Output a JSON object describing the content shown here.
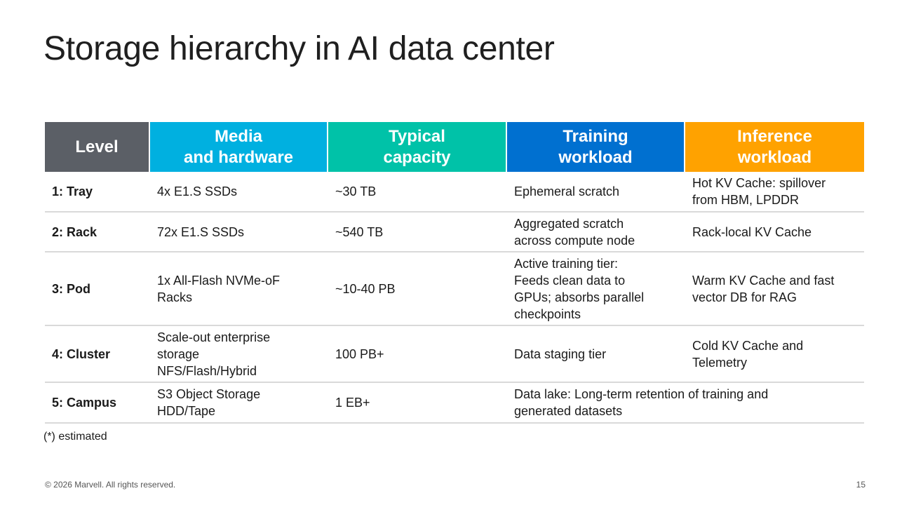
{
  "slide": {
    "title": "Storage hierarchy in AI data center",
    "footnote": "(*) estimated",
    "copyright": "© 2026 Marvell. All rights reserved.",
    "page_number": "15"
  },
  "colors": {
    "level_header": "#5b5f66",
    "media_header": "#00b0e0",
    "capacity_header": "#00c2a8",
    "training_header": "#0070d0",
    "inference_header": "#ffa200",
    "row_divider": "#d9d9d9"
  },
  "table": {
    "headers": {
      "level": "Level",
      "media_line1": "Media",
      "media_line2": "and hardware",
      "capacity_line1": "Typical",
      "capacity_line2": "capacity",
      "training_line1": "Training",
      "training_line2": "workload",
      "inference_line1": "Inference",
      "inference_line2": "workload"
    },
    "rows": [
      {
        "level": "1: Tray",
        "media": [
          "4x E1.S SSDs"
        ],
        "capacity": "~30 TB",
        "training": [
          "Ephemeral scratch"
        ],
        "inference": [
          "Hot KV Cache: spillover",
          "from HBM, LPDDR"
        ]
      },
      {
        "level": "2: Rack",
        "media": [
          "72x E1.S SSDs"
        ],
        "capacity": "~540 TB",
        "training": [
          "Aggregated scratch",
          "across compute node"
        ],
        "inference": [
          "Rack-local KV Cache"
        ]
      },
      {
        "level": "3: Pod",
        "media": [
          "1x All-Flash NVMe-oF",
          "Racks"
        ],
        "capacity": "~10-40 PB",
        "training": [
          "Active training tier:",
          "Feeds clean data to",
          "GPUs; absorbs parallel",
          "checkpoints"
        ],
        "inference": [
          "Warm KV Cache and fast",
          "vector DB for RAG"
        ]
      },
      {
        "level": "4: Cluster",
        "media": [
          "Scale-out enterprise",
          "storage",
          "NFS/Flash/Hybrid"
        ],
        "capacity": "100 PB+",
        "training": [
          "Data staging tier"
        ],
        "inference": [
          "Cold KV Cache and",
          "Telemetry"
        ]
      },
      {
        "level": "5: Campus",
        "media": [
          "S3 Object Storage",
          "HDD/Tape"
        ],
        "capacity": "1 EB+",
        "combined_workload": [
          "Data lake: Long-term retention of training and",
          "generated datasets"
        ]
      }
    ]
  }
}
